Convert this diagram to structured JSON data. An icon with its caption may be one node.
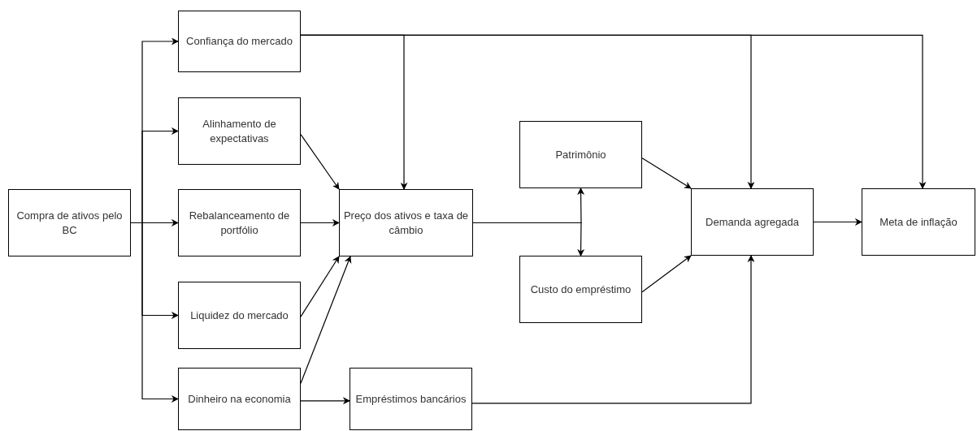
{
  "diagram": {
    "nodes": [
      {
        "text": [
          "Compra de ativos pelo BC"
        ]
      },
      {
        "text": [
          "Confiança do mercado"
        ]
      },
      {
        "text": [
          "Alinhamento de expectativas"
        ]
      },
      {
        "text": [
          "Rebalanceamento de portfólio"
        ]
      },
      {
        "text": [
          "Liquidez do mercado"
        ]
      },
      {
        "text": [
          "Dinheiro na economia"
        ]
      },
      {
        "text": [
          "Preço dos ativos e taxa de câmbio"
        ]
      },
      {
        "text": [
          "Patrimônio"
        ]
      },
      {
        "text": [
          "Custo do empréstimo"
        ]
      },
      {
        "text": [
          "Empréstimos bancários"
        ]
      },
      {
        "text": [
          "Demanda agregada"
        ]
      },
      {
        "text": [
          "Meta de inflação"
        ]
      }
    ],
    "edges": [
      {
        "from": 0,
        "to": 1,
        "arrow": "to"
      },
      {
        "from": 0,
        "to": 2,
        "arrow": "to"
      },
      {
        "from": 0,
        "to": 3,
        "arrow": "to"
      },
      {
        "from": 0,
        "to": 4,
        "arrow": "to"
      },
      {
        "from": 0,
        "to": 5,
        "arrow": "to"
      },
      {
        "from": 1,
        "to": 6,
        "arrow": "to"
      },
      {
        "from": 1,
        "to": 10,
        "arrow": "to"
      },
      {
        "from": 1,
        "to": 11,
        "arrow": "to"
      },
      {
        "from": 2,
        "to": 6,
        "arrow": "to"
      },
      {
        "from": 3,
        "to": 6,
        "arrow": "to"
      },
      {
        "from": 4,
        "to": 6,
        "arrow": "to"
      },
      {
        "from": 5,
        "to": 6,
        "arrow": "to"
      },
      {
        "from": 5,
        "to": 9,
        "arrow": "to"
      },
      {
        "from": 6,
        "to": 7,
        "arrow": "to"
      },
      {
        "from": 6,
        "to": 8,
        "arrow": "to"
      },
      {
        "from": 7,
        "to": 10,
        "arrow": "to"
      },
      {
        "from": 8,
        "to": 10,
        "arrow": "to"
      },
      {
        "from": 9,
        "to": 10,
        "arrow": "to"
      },
      {
        "from": 10,
        "to": 11,
        "arrow": "to"
      }
    ]
  }
}
